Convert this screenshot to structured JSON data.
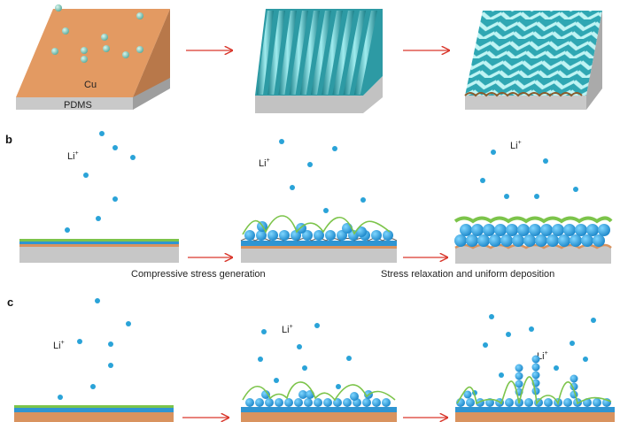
{
  "panels": {
    "b": {
      "letter": "b"
    },
    "c": {
      "letter": "c"
    }
  },
  "labels": {
    "cu": "Cu",
    "pdms": "PDMS",
    "li": "Li",
    "li_sup": "+"
  },
  "captions": {
    "compressive": "Compressive stress generation",
    "relaxation": "Stress relaxation and uniform deposition"
  },
  "colors": {
    "copper": "#d9935f",
    "pdms": "#bdbdbd",
    "wave": "#3fb9c4",
    "ion": "#2aa3d8",
    "sei": "#7cc44a",
    "blue_layer": "#2f95d2",
    "arrow": "#d9372c"
  }
}
